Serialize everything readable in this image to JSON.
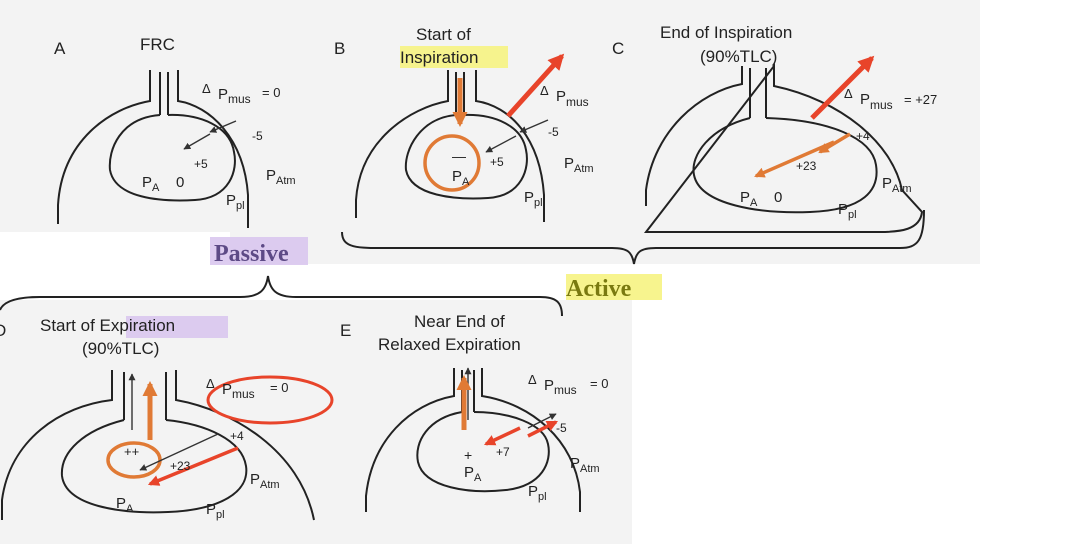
{
  "colors": {
    "arrow_red": "#e8442a",
    "arrow_orange": "#e07a35",
    "ink": "#222222",
    "highlight_yellow": "#f6f27a",
    "highlight_purple": "#d9c6ee",
    "background_gray": "#f3f3f3"
  },
  "panels": {
    "a": {
      "letter": "A",
      "title": "FRC",
      "delta": "Δ",
      "pmus": "P",
      "pmus_sub": "mus",
      "pmus_value": "= 0",
      "pleural": "-5",
      "recoil": "+5",
      "pa": "P",
      "pa_sub": "A",
      "pa_value": "0",
      "patm": "P",
      "patm_sub": "Atm",
      "ppl": "P",
      "ppl_sub": "pl"
    },
    "b": {
      "letter": "B",
      "title_1": "Start of",
      "title_2": "Inspiration",
      "delta": "Δ",
      "pmus": "P",
      "pmus_sub": "mus",
      "pleural": "-5",
      "recoil": "+5",
      "minus": "—",
      "pa": "P",
      "pa_sub": "A",
      "patm": "P",
      "patm_sub": "Atm",
      "ppl": "P",
      "ppl_sub": "pl"
    },
    "c": {
      "letter": "C",
      "title_1": "End of Inspiration",
      "title_2": "(90%TLC)",
      "delta": "Δ",
      "pmus": "P",
      "pmus_sub": "mus",
      "pmus_value": "= +27",
      "pleural": "+4",
      "recoil": "+23",
      "pa": "P",
      "pa_sub": "A",
      "pa_value": "0",
      "patm": "P",
      "patm_sub": "Atm",
      "ppl": "P",
      "ppl_sub": "pl"
    },
    "d": {
      "letter": "D",
      "title_1": "Start of Expiration",
      "title_2": "(90%TLC)",
      "delta": "Δ",
      "pmus": "P",
      "pmus_sub": "mus",
      "pmus_value": "= 0",
      "pleural": "+4",
      "recoil": "+23",
      "plus": "++",
      "pa": "P",
      "pa_sub": "A",
      "patm": "P",
      "patm_sub": "Atm",
      "ppl": "P",
      "ppl_sub": "pl"
    },
    "e": {
      "letter": "E",
      "title_1": "Near End of",
      "title_2": "Relaxed Expiration",
      "delta": "Δ",
      "pmus": "P",
      "pmus_sub": "mus",
      "pmus_value": "= 0",
      "pleural": "-5",
      "recoil": "+7",
      "plus": "+",
      "pa": "P",
      "pa_sub": "A",
      "patm": "P",
      "patm_sub": "Atm",
      "ppl": "P",
      "ppl_sub": "pl"
    }
  },
  "labels": {
    "passive": "Passive",
    "active": "Active"
  }
}
